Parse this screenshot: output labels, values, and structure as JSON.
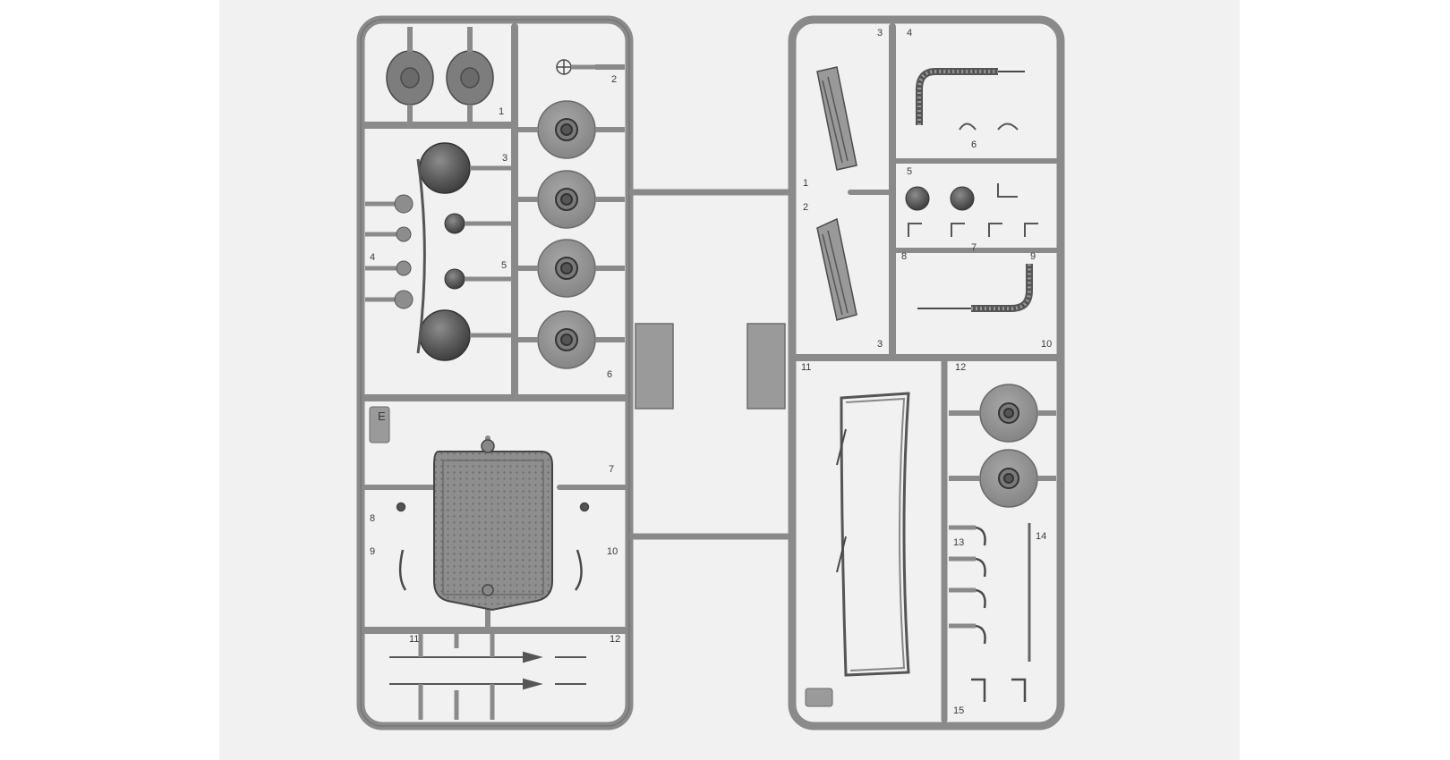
{
  "photo": {
    "subject": "plastic model kit sprue frame",
    "colors": {
      "page": "#ffffff",
      "backdrop": "#f1f1f1",
      "plastic": "#8a8a8a",
      "plastic_dark": "#555555",
      "plastic_light": "#a3a3a3",
      "outline": "#3c3c3c"
    },
    "left_sprue": {
      "letter": "E",
      "part_numbers": [
        "1",
        "2",
        "3",
        "4",
        "5",
        "6",
        "7",
        "8",
        "9",
        "10",
        "11",
        "12"
      ]
    },
    "right_sprue": {
      "part_numbers": [
        "1",
        "2",
        "3",
        "3",
        "4",
        "5",
        "6",
        "7",
        "8",
        "9",
        "10",
        "11",
        "12",
        "13",
        "14",
        "15"
      ]
    }
  }
}
